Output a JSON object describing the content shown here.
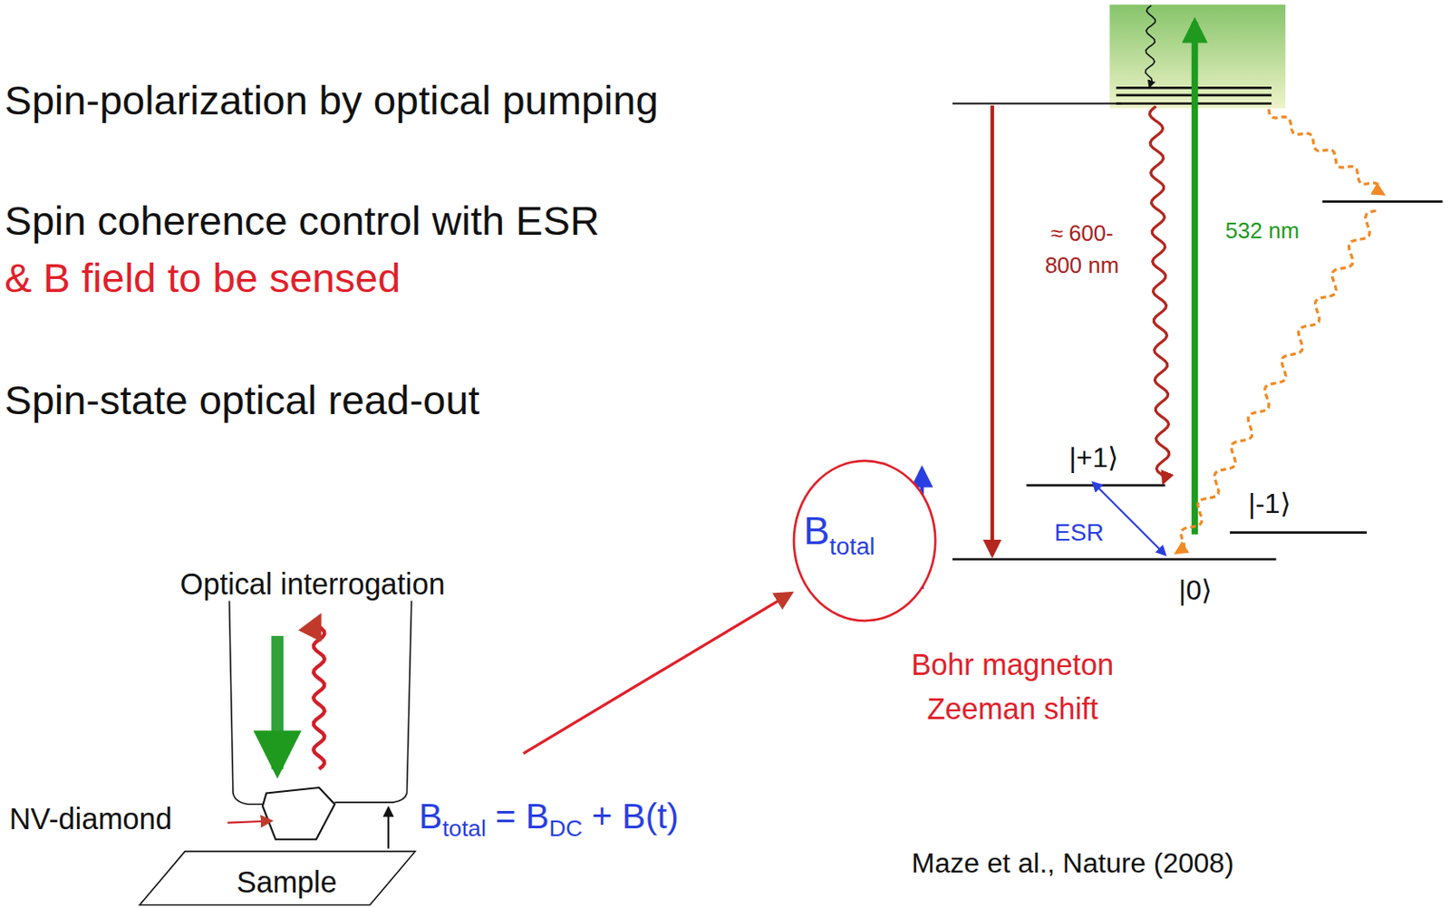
{
  "diagram": {
    "nodes": [
      {
        "text": [
          "B",
          "total"
        ]
      },
      {
        "text": [
          "Sample"
        ]
      }
    ],
    "labels": [
      "Spin-polarization by optical pumping",
      "Spin coherence control with ESR",
      "& B field to be sensed",
      "Spin-state optical read-out",
      "Optical interrogation",
      "NV-diamond",
      "B",
      "total",
      "= B",
      "DC",
      "+ B(t)",
      "≈ 600- 800 nm",
      "532 nm",
      "|+1⟩",
      "|-1⟩",
      "ESR",
      "|0⟩",
      "Bohr magneton Zeeman shift",
      "Maze et al., Nature (2008)"
    ]
  }
}
